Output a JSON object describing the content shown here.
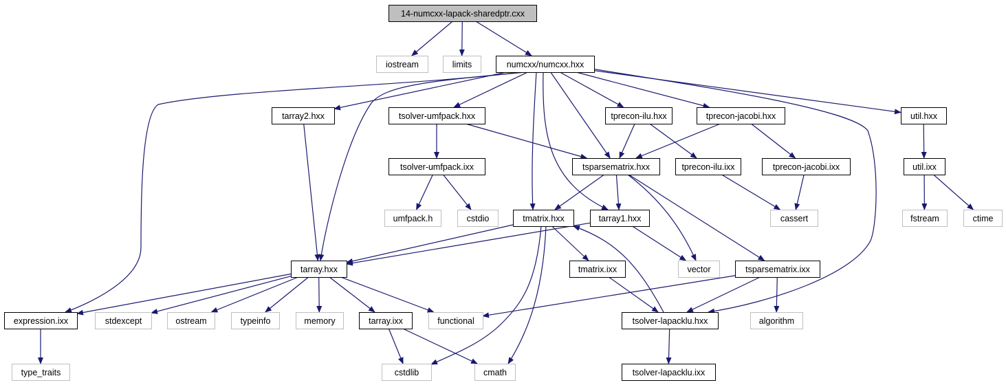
{
  "colors": {
    "edge": "#191970",
    "root_fill": "#bfbfbf",
    "box_border": "#000000",
    "external_border": "#bfbfbf",
    "text": "#000000"
  },
  "graph": {
    "nodes": [
      {
        "id": "root",
        "label": "14-numcxx-lapack-sharedptr.cxx",
        "kind": "root"
      },
      {
        "id": "iostream",
        "label": "iostream",
        "kind": "external"
      },
      {
        "id": "limits",
        "label": "limits",
        "kind": "external"
      },
      {
        "id": "numcxx",
        "label": "numcxx/numcxx.hxx",
        "kind": "local"
      },
      {
        "id": "tarray2",
        "label": "tarray2.hxx",
        "kind": "local"
      },
      {
        "id": "tsolver_umfpack",
        "label": "tsolver-umfpack.hxx",
        "kind": "local"
      },
      {
        "id": "tprecon_ilu",
        "label": "tprecon-ilu.hxx",
        "kind": "local"
      },
      {
        "id": "tprecon_jacobi",
        "label": "tprecon-jacobi.hxx",
        "kind": "local"
      },
      {
        "id": "util_hxx",
        "label": "util.hxx",
        "kind": "local"
      },
      {
        "id": "tsolver_umfpack_ixx",
        "label": "tsolver-umfpack.ixx",
        "kind": "local"
      },
      {
        "id": "tsparsematrix",
        "label": "tsparsematrix.hxx",
        "kind": "local"
      },
      {
        "id": "tprecon_ilu_ixx",
        "label": "tprecon-ilu.ixx",
        "kind": "local"
      },
      {
        "id": "tprecon_jacobi_ixx",
        "label": "tprecon-jacobi.ixx",
        "kind": "local"
      },
      {
        "id": "util_ixx",
        "label": "util.ixx",
        "kind": "local"
      },
      {
        "id": "umfpack_h",
        "label": "umfpack.h",
        "kind": "external"
      },
      {
        "id": "cstdio",
        "label": "cstdio",
        "kind": "external"
      },
      {
        "id": "tmatrix",
        "label": "tmatrix.hxx",
        "kind": "local"
      },
      {
        "id": "tarray1",
        "label": "tarray1.hxx",
        "kind": "local"
      },
      {
        "id": "cassert",
        "label": "cassert",
        "kind": "external"
      },
      {
        "id": "fstream",
        "label": "fstream",
        "kind": "external"
      },
      {
        "id": "ctime",
        "label": "ctime",
        "kind": "external"
      },
      {
        "id": "tarray",
        "label": "tarray.hxx",
        "kind": "local"
      },
      {
        "id": "tmatrix_ixx",
        "label": "tmatrix.ixx",
        "kind": "local"
      },
      {
        "id": "vector",
        "label": "vector",
        "kind": "external"
      },
      {
        "id": "tsparsematrix_ixx",
        "label": "tsparsematrix.ixx",
        "kind": "local"
      },
      {
        "id": "expression",
        "label": "expression.ixx",
        "kind": "local"
      },
      {
        "id": "stdexcept",
        "label": "stdexcept",
        "kind": "external"
      },
      {
        "id": "ostream",
        "label": "ostream",
        "kind": "external"
      },
      {
        "id": "typeinfo",
        "label": "typeinfo",
        "kind": "external"
      },
      {
        "id": "memory",
        "label": "memory",
        "kind": "external"
      },
      {
        "id": "tarray_ixx",
        "label": "tarray.ixx",
        "kind": "local"
      },
      {
        "id": "functional",
        "label": "functional",
        "kind": "external"
      },
      {
        "id": "tsolver_lapacklu",
        "label": "tsolver-lapacklu.hxx",
        "kind": "local"
      },
      {
        "id": "algorithm",
        "label": "algorithm",
        "kind": "external"
      },
      {
        "id": "type_traits",
        "label": "type_traits",
        "kind": "external"
      },
      {
        "id": "cstdlib",
        "label": "cstdlib",
        "kind": "external"
      },
      {
        "id": "cmath",
        "label": "cmath",
        "kind": "external"
      },
      {
        "id": "tsolver_lapacklu_ixx",
        "label": "tsolver-lapacklu.ixx",
        "kind": "local"
      }
    ],
    "edges": [
      {
        "from": "root",
        "to": "iostream"
      },
      {
        "from": "root",
        "to": "limits"
      },
      {
        "from": "root",
        "to": "numcxx"
      },
      {
        "from": "numcxx",
        "to": "tarray2"
      },
      {
        "from": "numcxx",
        "to": "tsolver_umfpack"
      },
      {
        "from": "numcxx",
        "to": "tprecon_ilu"
      },
      {
        "from": "numcxx",
        "to": "tprecon_jacobi"
      },
      {
        "from": "numcxx",
        "to": "util_hxx"
      },
      {
        "from": "numcxx",
        "to": "expression"
      },
      {
        "from": "numcxx",
        "to": "tarray"
      },
      {
        "from": "numcxx",
        "to": "tmatrix"
      },
      {
        "from": "numcxx",
        "to": "tarray1"
      },
      {
        "from": "numcxx",
        "to": "tsparsematrix"
      },
      {
        "from": "numcxx",
        "to": "tsolver_lapacklu"
      },
      {
        "from": "tarray2",
        "to": "tarray"
      },
      {
        "from": "tsolver_umfpack",
        "to": "tsolver_umfpack_ixx"
      },
      {
        "from": "tsolver_umfpack",
        "to": "tsparsematrix"
      },
      {
        "from": "tsolver_umfpack_ixx",
        "to": "umfpack_h"
      },
      {
        "from": "tsolver_umfpack_ixx",
        "to": "cstdio"
      },
      {
        "from": "tprecon_ilu",
        "to": "tsparsematrix"
      },
      {
        "from": "tprecon_ilu",
        "to": "tprecon_ilu_ixx"
      },
      {
        "from": "tprecon_jacobi",
        "to": "tsparsematrix"
      },
      {
        "from": "tprecon_jacobi",
        "to": "tprecon_jacobi_ixx"
      },
      {
        "from": "tprecon_ilu_ixx",
        "to": "cassert"
      },
      {
        "from": "tprecon_jacobi_ixx",
        "to": "cassert"
      },
      {
        "from": "util_hxx",
        "to": "util_ixx"
      },
      {
        "from": "util_ixx",
        "to": "fstream"
      },
      {
        "from": "util_ixx",
        "to": "ctime"
      },
      {
        "from": "tsparsematrix",
        "to": "tmatrix"
      },
      {
        "from": "tsparsematrix",
        "to": "tarray1"
      },
      {
        "from": "tsparsematrix",
        "to": "vector"
      },
      {
        "from": "tsparsematrix",
        "to": "tsparsematrix_ixx"
      },
      {
        "from": "tmatrix",
        "to": "tarray"
      },
      {
        "from": "tmatrix",
        "to": "tmatrix_ixx"
      },
      {
        "from": "tmatrix",
        "to": "cstdlib"
      },
      {
        "from": "tmatrix",
        "to": "cmath"
      },
      {
        "from": "tarray1",
        "to": "tarray"
      },
      {
        "from": "tarray1",
        "to": "vector"
      },
      {
        "from": "tmatrix_ixx",
        "to": "tsolver_lapacklu"
      },
      {
        "from": "tsolver_lapacklu",
        "to": "tmatrix"
      },
      {
        "from": "tsolver_lapacklu",
        "to": "tsolver_lapacklu_ixx"
      },
      {
        "from": "tsparsematrix_ixx",
        "to": "functional"
      },
      {
        "from": "tsparsematrix_ixx",
        "to": "tsolver_lapacklu"
      },
      {
        "from": "tsparsematrix_ixx",
        "to": "algorithm"
      },
      {
        "from": "tarray",
        "to": "expression"
      },
      {
        "from": "tarray",
        "to": "stdexcept"
      },
      {
        "from": "tarray",
        "to": "ostream"
      },
      {
        "from": "tarray",
        "to": "typeinfo"
      },
      {
        "from": "tarray",
        "to": "memory"
      },
      {
        "from": "tarray",
        "to": "tarray_ixx"
      },
      {
        "from": "tarray",
        "to": "functional"
      },
      {
        "from": "expression",
        "to": "type_traits"
      },
      {
        "from": "tarray_ixx",
        "to": "cstdlib"
      },
      {
        "from": "tarray_ixx",
        "to": "cmath"
      }
    ]
  }
}
